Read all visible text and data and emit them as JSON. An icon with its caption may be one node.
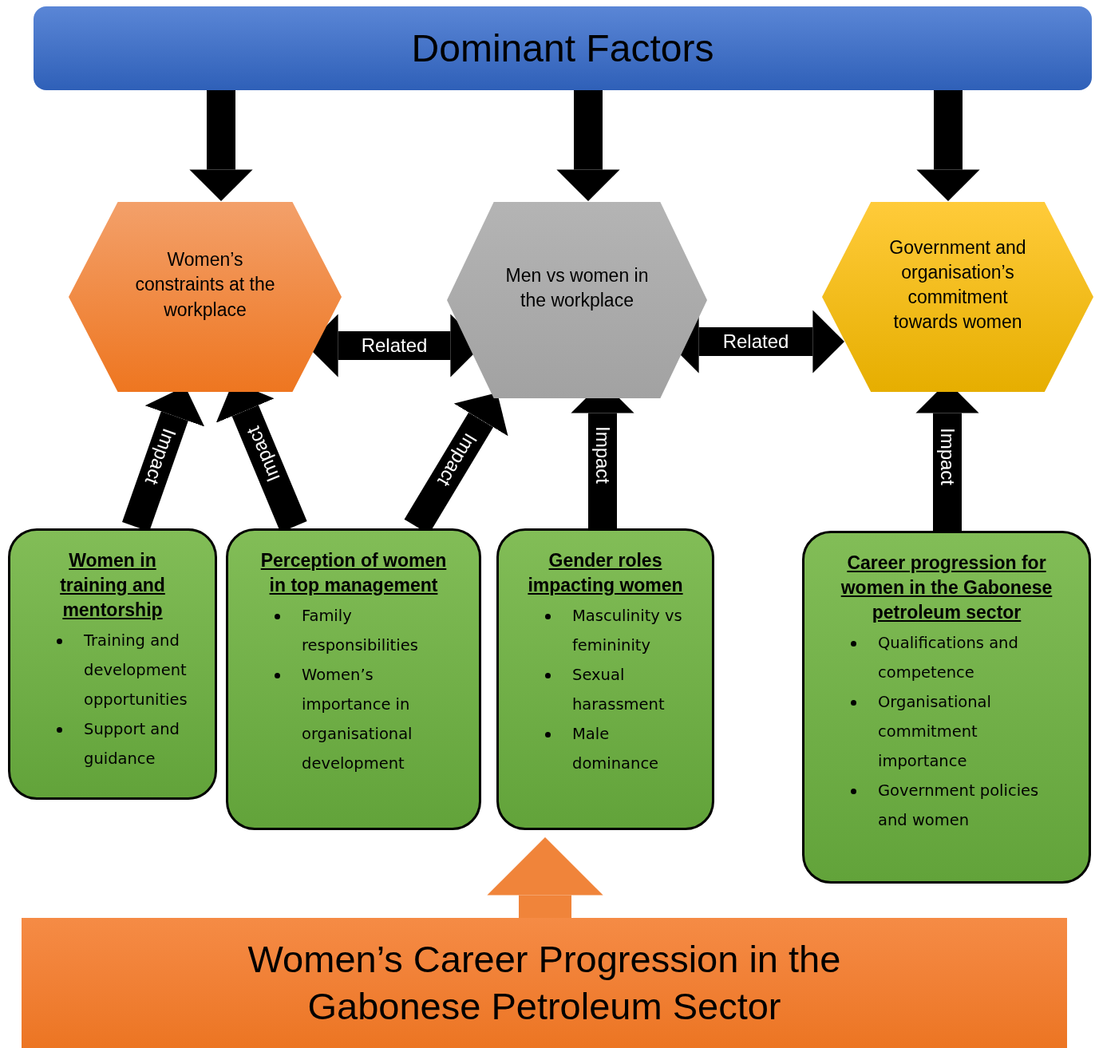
{
  "diagram": {
    "nodes": [
      {
        "text": [
          "Dominant Factors"
        ]
      },
      {
        "text": [
          "Women’s constraints at the workplace"
        ]
      },
      {
        "text": [
          "Men vs women in the workplace"
        ]
      },
      {
        "text": [
          "Government and organisation’s commitment towards women"
        ]
      },
      {
        "text": [
          "Women in training and mentorship",
          "Training and development opportunities",
          "Support and guidance"
        ]
      },
      {
        "text": [
          "Perception of women in top management",
          "Family responsibilities",
          "Women’s importance in organisational development"
        ]
      },
      {
        "text": [
          "Gender roles impacting women",
          "Masculinity vs femininity",
          "Sexual harassment",
          "Male dominance"
        ]
      },
      {
        "text": [
          "Career progression for women in the Gabonese petroleum sector",
          "Qualifications and competence",
          "Organisational commitment importance",
          "Government policies and women"
        ]
      },
      {
        "text": [
          "Women’s Career Progression in the Gabonese Petroleum Sector"
        ]
      }
    ],
    "edges": [
      {
        "from": 0,
        "to": 1,
        "arrow": "to"
      },
      {
        "from": 0,
        "to": 2,
        "arrow": "to"
      },
      {
        "from": 0,
        "to": 3,
        "arrow": "to"
      },
      {
        "from": 1,
        "to": 2,
        "arrow": "both",
        "label": "Related"
      },
      {
        "from": 2,
        "to": 3,
        "arrow": "both",
        "label": "Related"
      },
      {
        "from": 4,
        "to": 1,
        "arrow": "to",
        "label": "Impact"
      },
      {
        "from": 5,
        "to": 1,
        "arrow": "to",
        "label": "Impact"
      },
      {
        "from": 5,
        "to": 2,
        "arrow": "to",
        "label": "Impact"
      },
      {
        "from": 6,
        "to": 2,
        "arrow": "to",
        "label": "Impact"
      },
      {
        "from": 7,
        "to": 3,
        "arrow": "to",
        "label": "Impact"
      },
      {
        "from": 8,
        "to": 6,
        "arrow": "to",
        "style": "thick",
        "color": "#f0843a"
      }
    ]
  }
}
